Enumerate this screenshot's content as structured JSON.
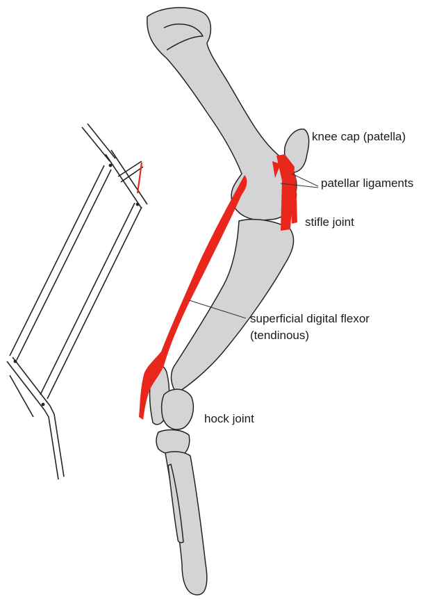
{
  "labels": {
    "knee_cap": "knee cap (patella)",
    "patellar_ligaments": "patellar ligaments",
    "stifle_joint": "stifle joint",
    "flexor_line1": "superficial digital flexor",
    "flexor_line2": "(tendinous)",
    "hock_joint": "hock joint"
  },
  "colors": {
    "bone_fill": "#d4d4d6",
    "bone_stroke": "#222222",
    "tendon": "#e8261c",
    "background": "#ffffff"
  }
}
